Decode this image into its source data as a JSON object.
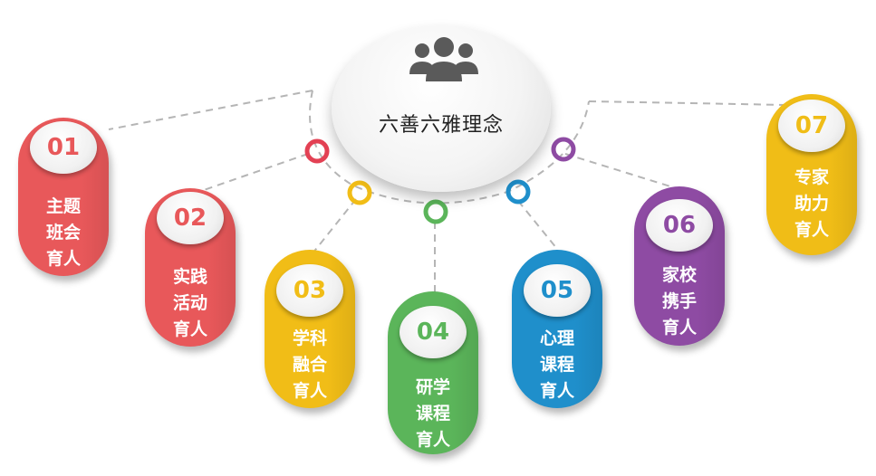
{
  "center": {
    "title": "六善六雅理念",
    "icon": "people-group-icon"
  },
  "pillars": [
    {
      "num": "01",
      "lines": [
        "主题",
        "班会",
        "育人"
      ],
      "color": "#e8585a",
      "ring": null
    },
    {
      "num": "02",
      "lines": [
        "实践",
        "活动",
        "育人"
      ],
      "color": "#e8585a",
      "ring": "#e34154"
    },
    {
      "num": "03",
      "lines": [
        "学科",
        "融合",
        "育人"
      ],
      "color": "#f1bd17",
      "ring": "#f1bd17"
    },
    {
      "num": "04",
      "lines": [
        "研学",
        "课程",
        "育人"
      ],
      "color": "#5bb55a",
      "ring": "#5bb55a"
    },
    {
      "num": "05",
      "lines": [
        "心理",
        "课程",
        "育人"
      ],
      "color": "#1f8fcb",
      "ring": "#1f8fcb"
    },
    {
      "num": "06",
      "lines": [
        "家校",
        "携手",
        "育人"
      ],
      "color": "#8e4ba3",
      "ring": "#8e4ba3"
    },
    {
      "num": "07",
      "lines": [
        "专家",
        "助力",
        "育人"
      ],
      "color": "#f0bd17",
      "ring": null
    }
  ]
}
